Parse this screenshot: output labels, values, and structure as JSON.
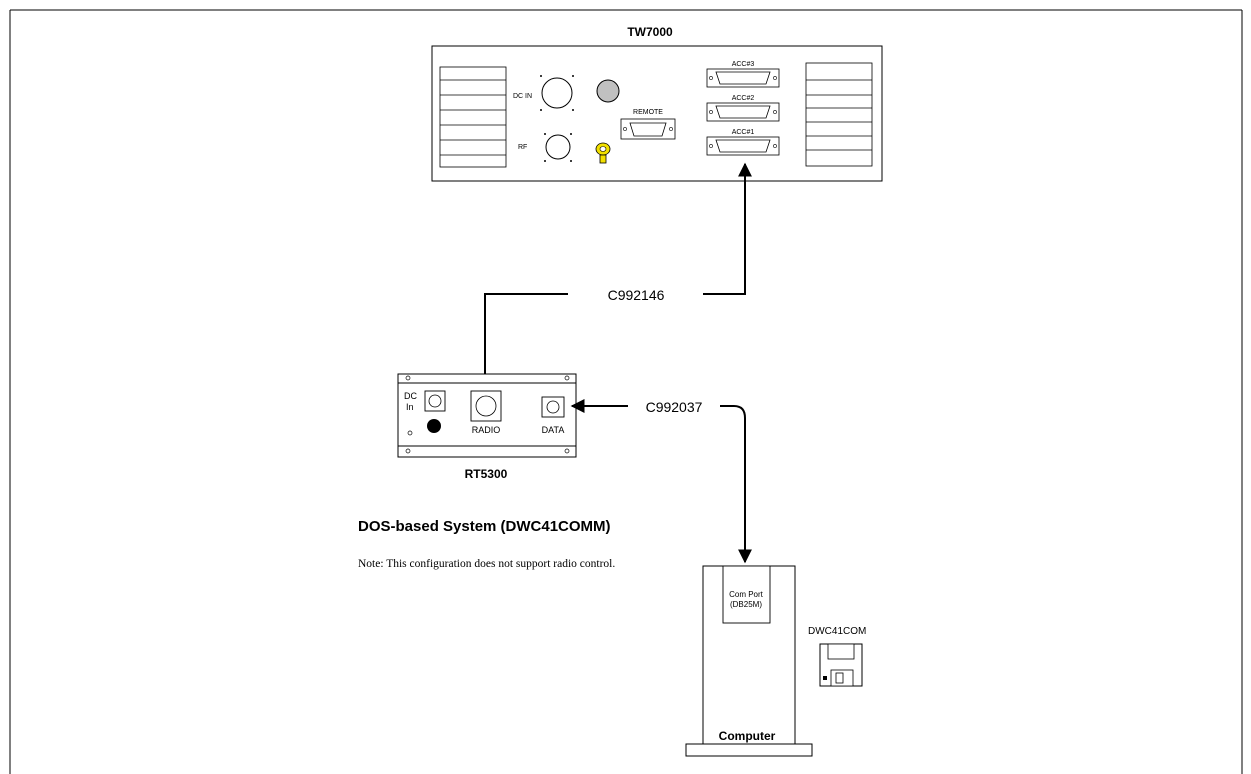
{
  "devices": {
    "tw7000": {
      "title": "TW7000",
      "labels": {
        "dc_in": "DC IN",
        "rf": "RF",
        "remote": "REMOTE",
        "acc3": "ACC#3",
        "acc2": "ACC#2",
        "acc1": "ACC#1"
      }
    },
    "rt5300": {
      "title": "RT5300",
      "labels": {
        "dc_line1": "DC",
        "dc_line2": "In",
        "radio": "RADIO",
        "data": "DATA"
      }
    },
    "computer": {
      "title": "Computer",
      "labels": {
        "com_port_line1": "Com Port",
        "com_port_line2": "(DB25M)"
      }
    },
    "floppy": {
      "label": "DWC41COM"
    }
  },
  "cables": {
    "c1": "C992146",
    "c2": "C992037"
  },
  "system": {
    "heading": "DOS-based System (DWC41COMM)",
    "note": "Note: This configuration does not support radio control."
  }
}
